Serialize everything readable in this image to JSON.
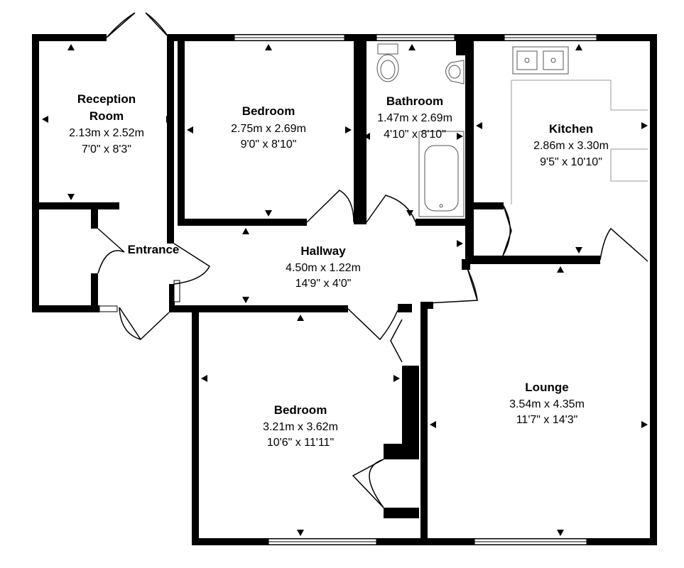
{
  "rooms": {
    "reception": {
      "name_line1": "Reception",
      "name_line2": "Room",
      "metric": "2.13m x 2.52m",
      "imperial": "7'0\" x 8'3\""
    },
    "bedroom1": {
      "name": "Bedroom",
      "metric": "2.75m x 2.69m",
      "imperial": "9'0\" x 8'10\""
    },
    "bathroom": {
      "name": "Bathroom",
      "metric": "1.47m x 2.69m",
      "imperial": "4'10\" x 8'10\""
    },
    "kitchen": {
      "name": "Kitchen",
      "metric": "2.86m x 3.30m",
      "imperial": "9'5\" x 10'10\""
    },
    "entrance": {
      "name": "Entrance"
    },
    "hallway": {
      "name": "Hallway",
      "metric": "4.50m x 1.22m",
      "imperial": "14'9\" x 4'0\""
    },
    "bedroom2": {
      "name": "Bedroom",
      "metric": "3.21m x 3.62m",
      "imperial": "10'6\" x 11'11\""
    },
    "lounge": {
      "name": "Lounge",
      "metric": "3.54m x 4.35m",
      "imperial": "11'7\" x 14'3\""
    }
  },
  "colors": {
    "wall": "#000000",
    "background": "#ffffff"
  }
}
